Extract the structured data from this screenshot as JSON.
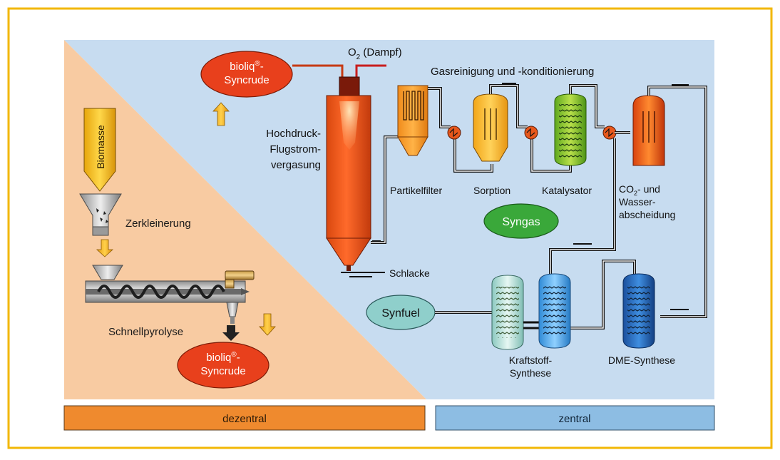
{
  "labels": {
    "o2_main": "O",
    "o2_sub": "2",
    "o2_suffix": " (Dampf)",
    "gas_cleaning": "Gasreinigung und -konditionierung",
    "syncrude_brand": "bioliq",
    "syncrude_reg": "®",
    "syncrude_dash": "-",
    "syncrude_name": "Syncrude",
    "gasifier": [
      "Hochdruck-",
      "Flugstrom-",
      "vergasung"
    ],
    "biomass": "Biomasse",
    "comminution": "Zerkleinerung",
    "fast_pyrolysis": "Schnellpyrolyse",
    "particle_filter": "Partikelfilter",
    "sorption": "Sorption",
    "catalyst": "Katalysator",
    "co2_main": "CO",
    "co2_sub": "2",
    "co2_suffix": "- und",
    "water_removal": [
      "Wasser-",
      "abscheidung"
    ],
    "syngas": "Syngas",
    "slag": "Schlacke",
    "synfuel": "Synfuel",
    "fuel_synthesis": [
      "Kraftstoff-",
      "Synthese"
    ],
    "dme_synthesis": "DME-Synthese"
  },
  "footer": {
    "left": "dezentral",
    "right": "zentral"
  },
  "colors": {
    "frame": "#f2b705",
    "zone_left": "#f8cba2",
    "zone_right": "#c7dcf0",
    "bar_left": "#ef8a2e",
    "bar_right": "#8dbde3",
    "oval_red": "#e8401c",
    "oval_green": "#3aa83a",
    "oval_teal": "#8fcfcb"
  }
}
